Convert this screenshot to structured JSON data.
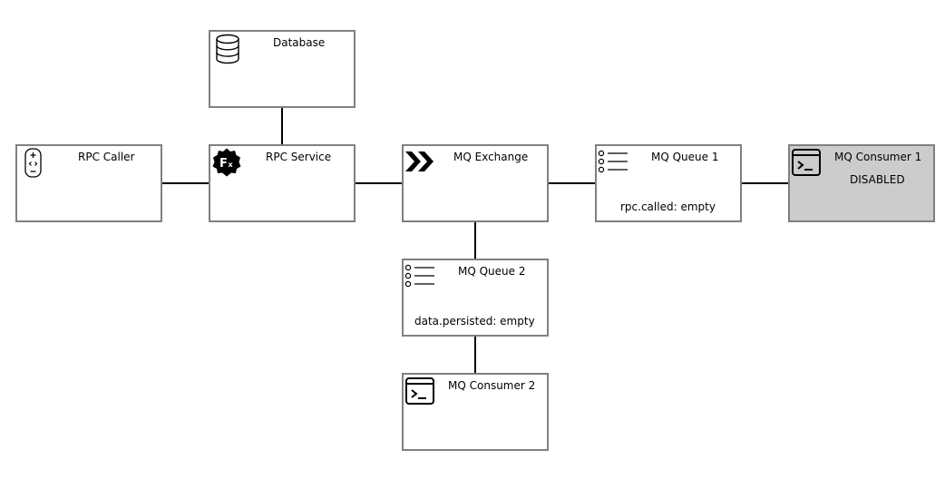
{
  "nodes": {
    "database": {
      "title": "Database",
      "icon": "database-icon"
    },
    "rpc_caller": {
      "title": "RPC Caller",
      "icon": "remote-control-icon"
    },
    "rpc_service": {
      "title": "RPC Service",
      "icon": "function-badge-icon"
    },
    "mq_exchange": {
      "title": "MQ Exchange",
      "icon": "double-chevron-icon"
    },
    "mq_queue_1": {
      "title": "MQ Queue 1",
      "status": "rpc.called: empty",
      "icon": "list-icon"
    },
    "mq_consumer_1": {
      "title": "MQ Consumer 1",
      "status": "DISABLED",
      "icon": "terminal-icon",
      "background": "#cccccc"
    },
    "mq_queue_2": {
      "title": "MQ Queue 2",
      "status": "data.persisted: empty",
      "icon": "list-icon"
    },
    "mq_consumer_2": {
      "title": "MQ Consumer 2",
      "icon": "terminal-icon"
    }
  },
  "colors": {
    "border": "#808080",
    "connector": "#000000",
    "disabled_fill": "#cccccc"
  },
  "connections": [
    {
      "from": "Database",
      "to": "RPC Service"
    },
    {
      "from": "RPC Caller",
      "to": "RPC Service"
    },
    {
      "from": "RPC Service",
      "to": "MQ Exchange"
    },
    {
      "from": "MQ Exchange",
      "to": "MQ Queue 1"
    },
    {
      "from": "MQ Queue 1",
      "to": "MQ Consumer 1"
    },
    {
      "from": "MQ Exchange",
      "to": "MQ Queue 2"
    },
    {
      "from": "MQ Queue 2",
      "to": "MQ Consumer 2"
    }
  ]
}
